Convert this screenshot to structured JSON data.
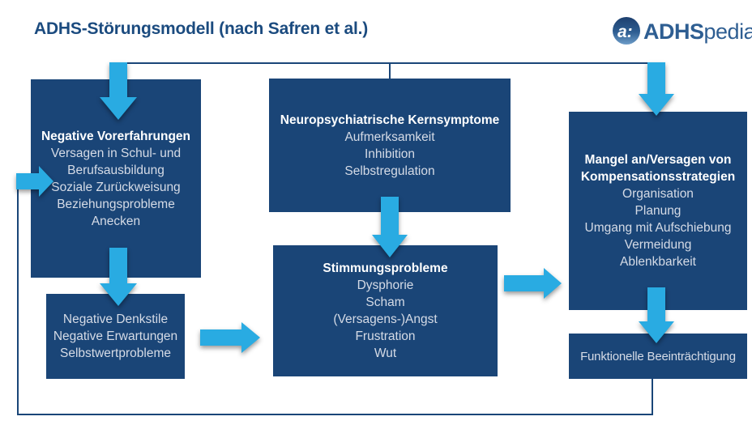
{
  "title": "ADHS-Störungsmodell (nach Safren et al.)",
  "logo": {
    "brand_strong": "ADHS",
    "brand_rest": "pedia",
    "registered_mark": "®",
    "icon_glyph": "a:"
  },
  "colors": {
    "box_navy": "#1a4577",
    "arrow_blue": "#29abe2",
    "connector_navy": "#1a4678",
    "title_navy": "#1b4b7f",
    "logo_blue": "#2e5e92"
  },
  "boxes": {
    "vorerfahrungen": {
      "title": "Negative Vorerfahrungen",
      "lines": [
        "Versagen in Schul- und Berufsausbildung",
        "Soziale Zurückweisung",
        "Beziehungsprobleme",
        "Anecken"
      ]
    },
    "denkstile": {
      "lines": [
        "Negative Denkstile",
        "Negative Erwartungen",
        "Selbstwertprobleme"
      ]
    },
    "kernsymptome": {
      "title": "Neuropsychiatrische Kernsymptome",
      "lines": [
        "Aufmerksamkeit",
        "Inhibition",
        "Selbstregulation"
      ]
    },
    "stimmungsprobleme": {
      "title": "Stimmungsprobleme",
      "lines": [
        "Dysphorie",
        "Scham",
        "(Versagens-)Angst",
        "Frustration",
        "Wut"
      ]
    },
    "kompensation": {
      "title": "Mangel an/Versagen von Kompensationsstrategien",
      "lines": [
        "Organisation",
        "Planung",
        "Umgang mit Aufschiebung",
        "Vermeidung",
        "Ablenkbarkeit"
      ]
    },
    "funktionelle": {
      "lines": [
        "Funktionelle Beeinträchtigung"
      ]
    }
  }
}
